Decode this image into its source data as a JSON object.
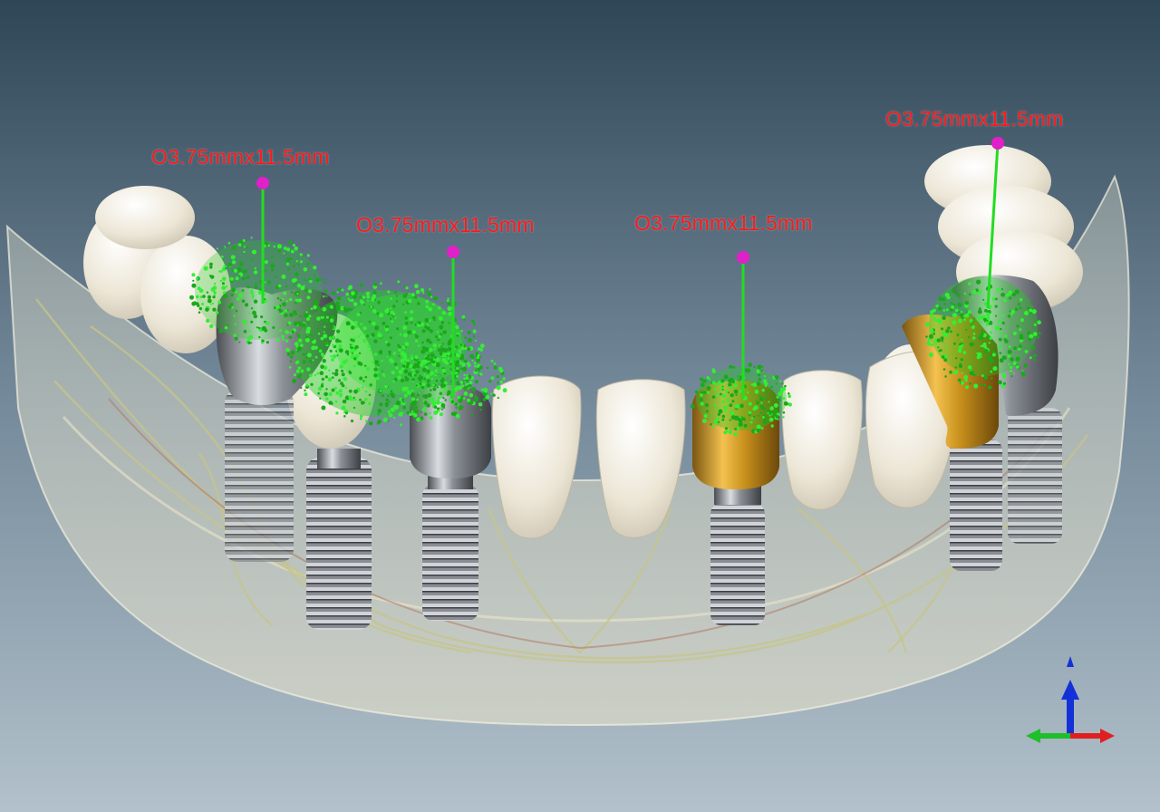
{
  "viewer": {
    "background_top": "#2f4656",
    "background_bottom": "#b2c1cb",
    "label_color": "#ff1a1a",
    "trajectory_color": "#22dd22",
    "entry_point_color": "#e020c8",
    "bone_density_color": "#22cc22"
  },
  "implants": [
    {
      "label": "O3.75mmx11.5mm",
      "abutment": "titanium"
    },
    {
      "label": "O3.75mmx11.5mm",
      "abutment": "titanium"
    },
    {
      "label": "O3.75mmx11.5mm",
      "abutment": "gold"
    },
    {
      "label": "O3.75mmx11.5mm",
      "abutment": "gold"
    }
  ],
  "axis_gizmo": {
    "x_color": "#e02020",
    "y_color": "#1fbf2a",
    "z_color": "#1430d8"
  }
}
